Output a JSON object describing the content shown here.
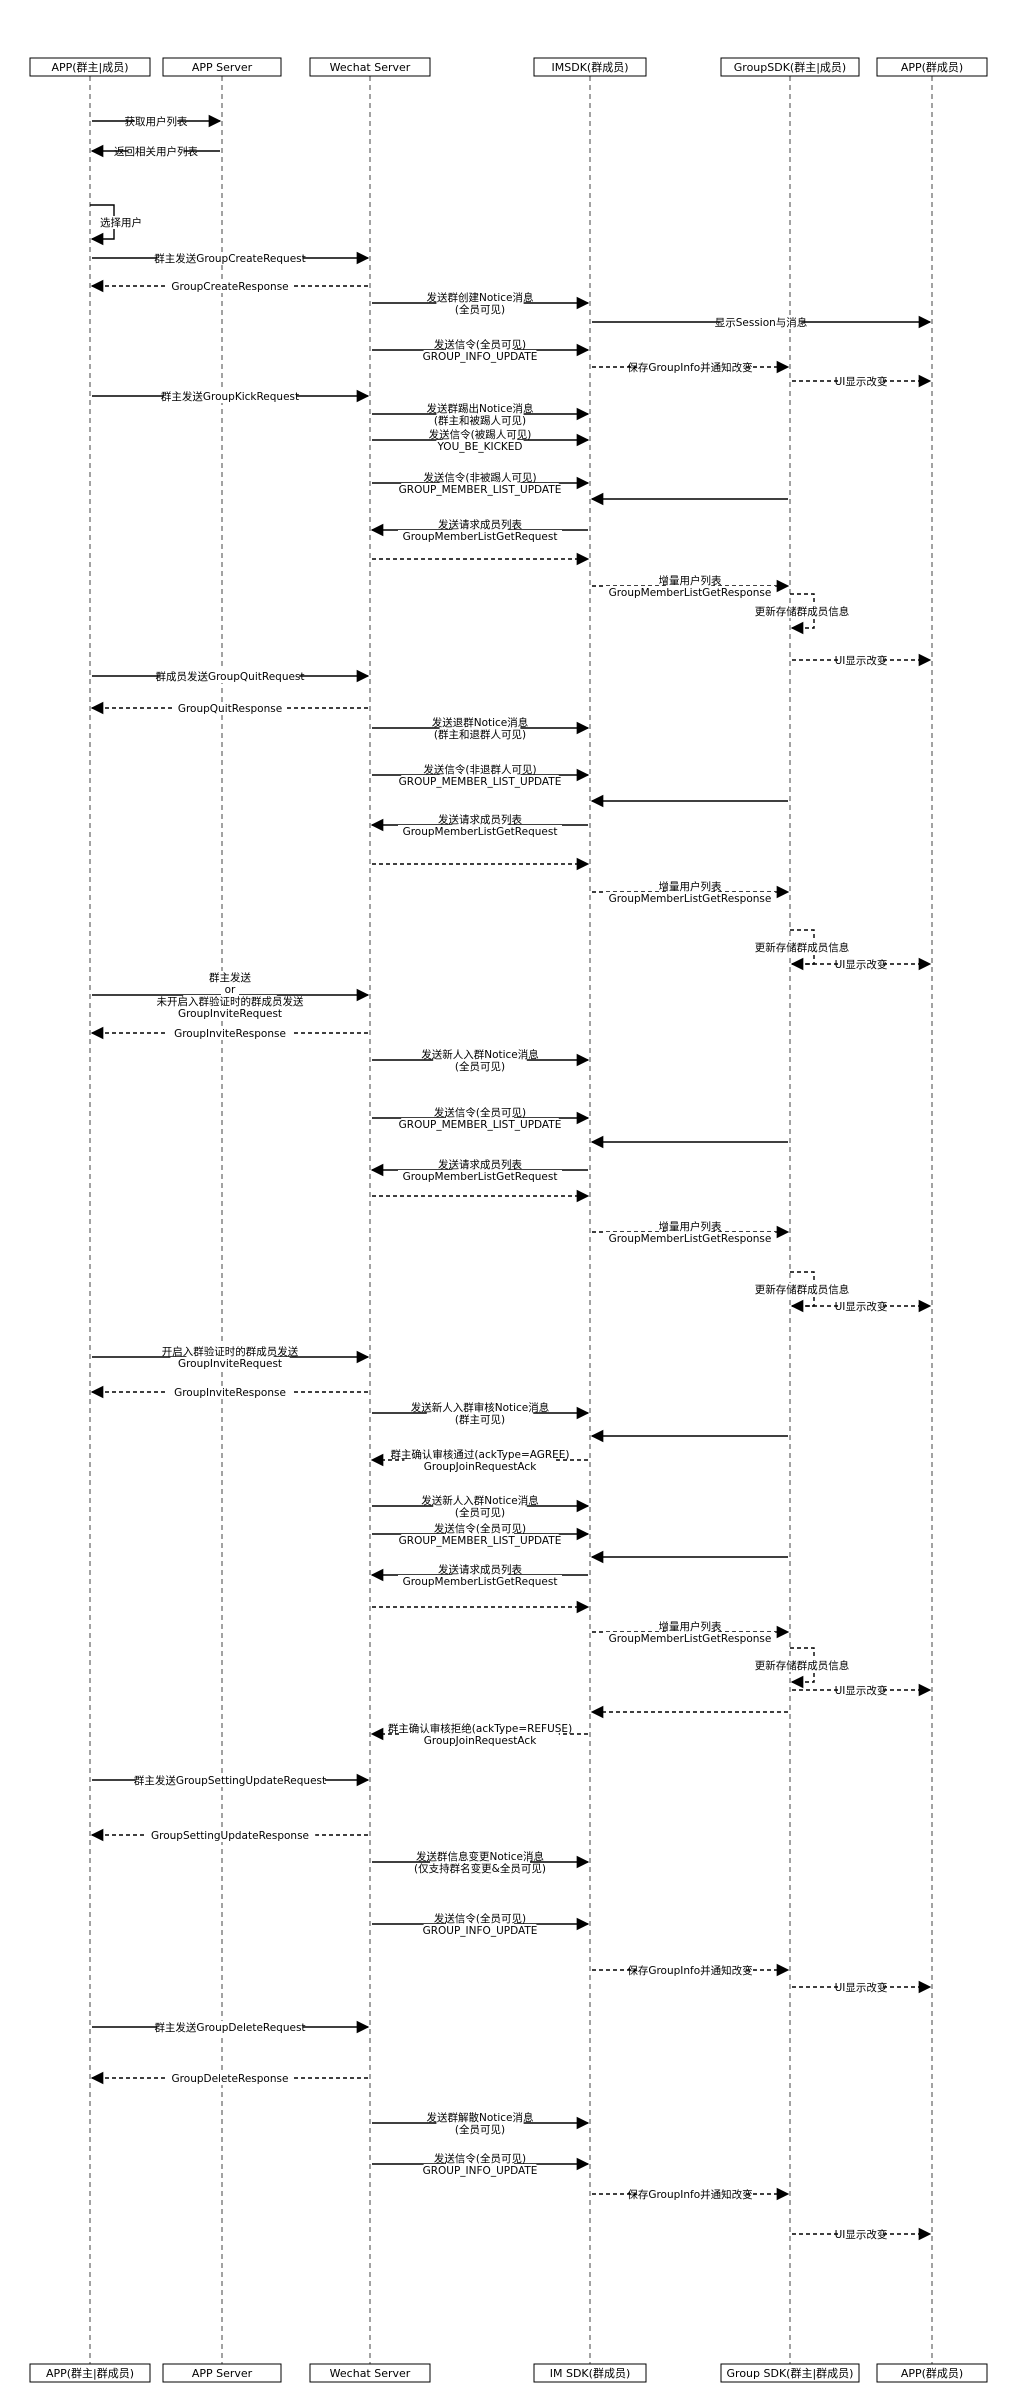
{
  "actors": [
    {
      "id": "app_owner",
      "label": "APP(群主|成员)",
      "bottom_label": "APP(群主|群成员)"
    },
    {
      "id": "app_server",
      "label": "APP Server",
      "bottom_label": "APP Server"
    },
    {
      "id": "wechat",
      "label": "Wechat Server",
      "bottom_label": "Wechat Server"
    },
    {
      "id": "imsdk",
      "label": "IMSDK(群成员)",
      "bottom_label": "IM SDK(群成员)"
    },
    {
      "id": "groupsdk",
      "label": "GroupSDK(群主|成员)",
      "bottom_label": "Group SDK(群主|群成员)"
    },
    {
      "id": "app_member",
      "label": "APP(群成员)",
      "bottom_label": "APP(群成员)"
    }
  ],
  "messages": [
    {
      "from": "app_owner",
      "to": "app_server",
      "lines": [
        "获取用户列表"
      ],
      "style": "solid"
    },
    {
      "from": "app_server",
      "to": "app_owner",
      "lines": [
        "返回相关用户列表"
      ],
      "style": "solid"
    },
    {
      "from": "app_owner",
      "to": "app_owner",
      "lines": [
        "选择用户"
      ],
      "style": "solid",
      "self": true
    },
    {
      "from": "app_owner",
      "to": "wechat",
      "lines": [
        "群主发送GroupCreateRequest"
      ],
      "style": "solid"
    },
    {
      "from": "wechat",
      "to": "app_owner",
      "lines": [
        "GroupCreateResponse"
      ],
      "style": "dashed"
    },
    {
      "from": "wechat",
      "to": "imsdk",
      "lines": [
        "发送群创建Notice消息",
        "(全员可见)"
      ],
      "style": "solid"
    },
    {
      "from": "imsdk",
      "to": "app_member",
      "lines": [
        "显示Session与消息"
      ],
      "style": "solid"
    },
    {
      "from": "wechat",
      "to": "imsdk",
      "lines": [
        "发送信令(全员可见)",
        "GROUP_INFO_UPDATE"
      ],
      "style": "solid"
    },
    {
      "from": "imsdk",
      "to": "groupsdk",
      "lines": [
        "保存GroupInfo并通知改变"
      ],
      "style": "dashed"
    },
    {
      "from": "groupsdk",
      "to": "app_member",
      "lines": [
        "UI显示改变"
      ],
      "style": "dashed"
    },
    {
      "from": "app_owner",
      "to": "wechat",
      "lines": [
        "群主发送GroupKickRequest"
      ],
      "style": "solid"
    },
    {
      "from": "wechat",
      "to": "imsdk",
      "lines": [
        "发送群踢出Notice消息",
        "(群主和被踢人可见)"
      ],
      "style": "solid"
    },
    {
      "from": "wechat",
      "to": "imsdk",
      "lines": [
        "发送信令(被踢人可见)",
        "YOU_BE_KICKED"
      ],
      "style": "solid"
    },
    {
      "from": "wechat",
      "to": "imsdk",
      "lines": [
        "发送信令(非被踢人可见)",
        "GROUP_MEMBER_LIST_UPDATE"
      ],
      "style": "solid"
    },
    {
      "from": "groupsdk",
      "to": "imsdk",
      "lines": [],
      "style": "solid"
    },
    {
      "from": "imsdk",
      "to": "wechat",
      "lines": [
        "发送请求成员列表",
        "GroupMemberListGetRequest"
      ],
      "style": "solid"
    },
    {
      "from": "wechat",
      "to": "imsdk",
      "lines": [],
      "style": "dashed"
    },
    {
      "from": "imsdk",
      "to": "groupsdk",
      "lines": [
        "增量用户列表",
        "GroupMemberListGetResponse"
      ],
      "style": "dashed"
    },
    {
      "from": "groupsdk",
      "to": "groupsdk",
      "lines": [
        "更新存储群成员信息"
      ],
      "style": "dashed",
      "self": true
    },
    {
      "from": "groupsdk",
      "to": "app_member",
      "lines": [
        "UI显示改变"
      ],
      "style": "dashed"
    },
    {
      "from": "app_owner",
      "to": "wechat",
      "lines": [
        "群成员发送GroupQuitRequest"
      ],
      "style": "solid"
    },
    {
      "from": "wechat",
      "to": "app_owner",
      "lines": [
        "GroupQuitResponse"
      ],
      "style": "dashed"
    },
    {
      "from": "wechat",
      "to": "imsdk",
      "lines": [
        "发送退群Notice消息",
        "(群主和退群人可见)"
      ],
      "style": "solid"
    },
    {
      "from": "wechat",
      "to": "imsdk",
      "lines": [
        "发送信令(非退群人可见)",
        "GROUP_MEMBER_LIST_UPDATE"
      ],
      "style": "solid"
    },
    {
      "from": "groupsdk",
      "to": "imsdk",
      "lines": [],
      "style": "solid"
    },
    {
      "from": "imsdk",
      "to": "wechat",
      "lines": [
        "发送请求成员列表",
        "GroupMemberListGetRequest"
      ],
      "style": "solid"
    },
    {
      "from": "wechat",
      "to": "imsdk",
      "lines": [],
      "style": "dashed"
    },
    {
      "from": "imsdk",
      "to": "groupsdk",
      "lines": [
        "增量用户列表",
        "GroupMemberListGetResponse"
      ],
      "style": "dashed"
    },
    {
      "from": "groupsdk",
      "to": "groupsdk",
      "lines": [
        "更新存储群成员信息"
      ],
      "style": "dashed",
      "self": true
    },
    {
      "from": "groupsdk",
      "to": "app_member",
      "lines": [
        "UI显示改变"
      ],
      "style": "dashed"
    },
    {
      "from": "app_owner",
      "to": "wechat",
      "lines": [
        "群主发送",
        "or",
        "未开启入群验证时的群成员发送",
        "GroupInviteRequest"
      ],
      "style": "solid"
    },
    {
      "from": "wechat",
      "to": "app_owner",
      "lines": [
        "GroupInviteResponse"
      ],
      "style": "dashed"
    },
    {
      "from": "wechat",
      "to": "imsdk",
      "lines": [
        "发送新人入群Notice消息",
        "(全员可见)"
      ],
      "style": "solid"
    },
    {
      "from": "wechat",
      "to": "imsdk",
      "lines": [
        "发送信令(全员可见)",
        "GROUP_MEMBER_LIST_UPDATE"
      ],
      "style": "solid"
    },
    {
      "from": "groupsdk",
      "to": "imsdk",
      "lines": [],
      "style": "solid"
    },
    {
      "from": "imsdk",
      "to": "wechat",
      "lines": [
        "发送请求成员列表",
        "GroupMemberListGetRequest"
      ],
      "style": "solid"
    },
    {
      "from": "wechat",
      "to": "imsdk",
      "lines": [],
      "style": "dashed"
    },
    {
      "from": "imsdk",
      "to": "groupsdk",
      "lines": [
        "增量用户列表",
        "GroupMemberListGetResponse"
      ],
      "style": "dashed"
    },
    {
      "from": "groupsdk",
      "to": "groupsdk",
      "lines": [
        "更新存储群成员信息"
      ],
      "style": "dashed",
      "self": true
    },
    {
      "from": "groupsdk",
      "to": "app_member",
      "lines": [
        "UI显示改变"
      ],
      "style": "dashed"
    },
    {
      "from": "app_owner",
      "to": "wechat",
      "lines": [
        "开启入群验证时的群成员发送",
        "GroupInviteRequest"
      ],
      "style": "solid"
    },
    {
      "from": "wechat",
      "to": "app_owner",
      "lines": [
        "GroupInviteResponse"
      ],
      "style": "dashed"
    },
    {
      "from": "wechat",
      "to": "imsdk",
      "lines": [
        "发送新人入群审核Notice消息",
        "(群主可见)"
      ],
      "style": "solid"
    },
    {
      "from": "groupsdk",
      "to": "imsdk",
      "lines": [],
      "style": "solid"
    },
    {
      "from": "imsdk",
      "to": "wechat",
      "lines": [
        "群主确认审核通过(ackType=AGREE)",
        "GroupJoinRequestAck"
      ],
      "style": "dashed"
    },
    {
      "from": "wechat",
      "to": "imsdk",
      "lines": [
        "发送新人入群Notice消息",
        "(全员可见)"
      ],
      "style": "solid"
    },
    {
      "from": "wechat",
      "to": "imsdk",
      "lines": [
        "发送信令(全员可见)",
        "GROUP_MEMBER_LIST_UPDATE"
      ],
      "style": "solid"
    },
    {
      "from": "groupsdk",
      "to": "imsdk",
      "lines": [],
      "style": "solid"
    },
    {
      "from": "imsdk",
      "to": "wechat",
      "lines": [
        "发送请求成员列表",
        "GroupMemberListGetRequest"
      ],
      "style": "solid"
    },
    {
      "from": "wechat",
      "to": "imsdk",
      "lines": [],
      "style": "dashed"
    },
    {
      "from": "imsdk",
      "to": "groupsdk",
      "lines": [
        "增量用户列表",
        "GroupMemberListGetResponse"
      ],
      "style": "dashed"
    },
    {
      "from": "groupsdk",
      "to": "groupsdk",
      "lines": [
        "更新存储群成员信息"
      ],
      "style": "dashed",
      "self": true
    },
    {
      "from": "groupsdk",
      "to": "app_member",
      "lines": [
        "UI显示改变"
      ],
      "style": "dashed"
    },
    {
      "from": "groupsdk",
      "to": "imsdk",
      "lines": [],
      "style": "dashed"
    },
    {
      "from": "imsdk",
      "to": "wechat",
      "lines": [
        "群主确认审核拒绝(ackType=REFUSE)",
        "GroupJoinRequestAck"
      ],
      "style": "dashed"
    },
    {
      "from": "app_owner",
      "to": "wechat",
      "lines": [
        "群主发送GroupSettingUpdateRequest"
      ],
      "style": "solid"
    },
    {
      "from": "wechat",
      "to": "app_owner",
      "lines": [
        "GroupSettingUpdateResponse"
      ],
      "style": "dashed"
    },
    {
      "from": "wechat",
      "to": "imsdk",
      "lines": [
        "发送群信息变更Notice消息",
        "(仅支持群名变更&全员可见)"
      ],
      "style": "solid"
    },
    {
      "from": "wechat",
      "to": "imsdk",
      "lines": [
        "发送信令(全员可见)",
        "GROUP_INFO_UPDATE"
      ],
      "style": "solid"
    },
    {
      "from": "imsdk",
      "to": "groupsdk",
      "lines": [
        "保存GroupInfo并通知改变"
      ],
      "style": "dashed"
    },
    {
      "from": "groupsdk",
      "to": "app_member",
      "lines": [
        "UI显示改变"
      ],
      "style": "dashed"
    },
    {
      "from": "app_owner",
      "to": "wechat",
      "lines": [
        "群主发送GroupDeleteRequest"
      ],
      "style": "solid"
    },
    {
      "from": "wechat",
      "to": "app_owner",
      "lines": [
        "GroupDeleteResponse"
      ],
      "style": "dashed"
    },
    {
      "from": "wechat",
      "to": "imsdk",
      "lines": [
        "发送群解散Notice消息",
        "(全员可见)"
      ],
      "style": "solid"
    },
    {
      "from": "wechat",
      "to": "imsdk",
      "lines": [
        "发送信令(全员可见)",
        "GROUP_INFO_UPDATE"
      ],
      "style": "solid"
    },
    {
      "from": "imsdk",
      "to": "groupsdk",
      "lines": [
        "保存GroupInfo并通知改变"
      ],
      "style": "dashed"
    },
    {
      "from": "groupsdk",
      "to": "app_member",
      "lines": [
        "UI显示改变"
      ],
      "style": "dashed"
    }
  ]
}
